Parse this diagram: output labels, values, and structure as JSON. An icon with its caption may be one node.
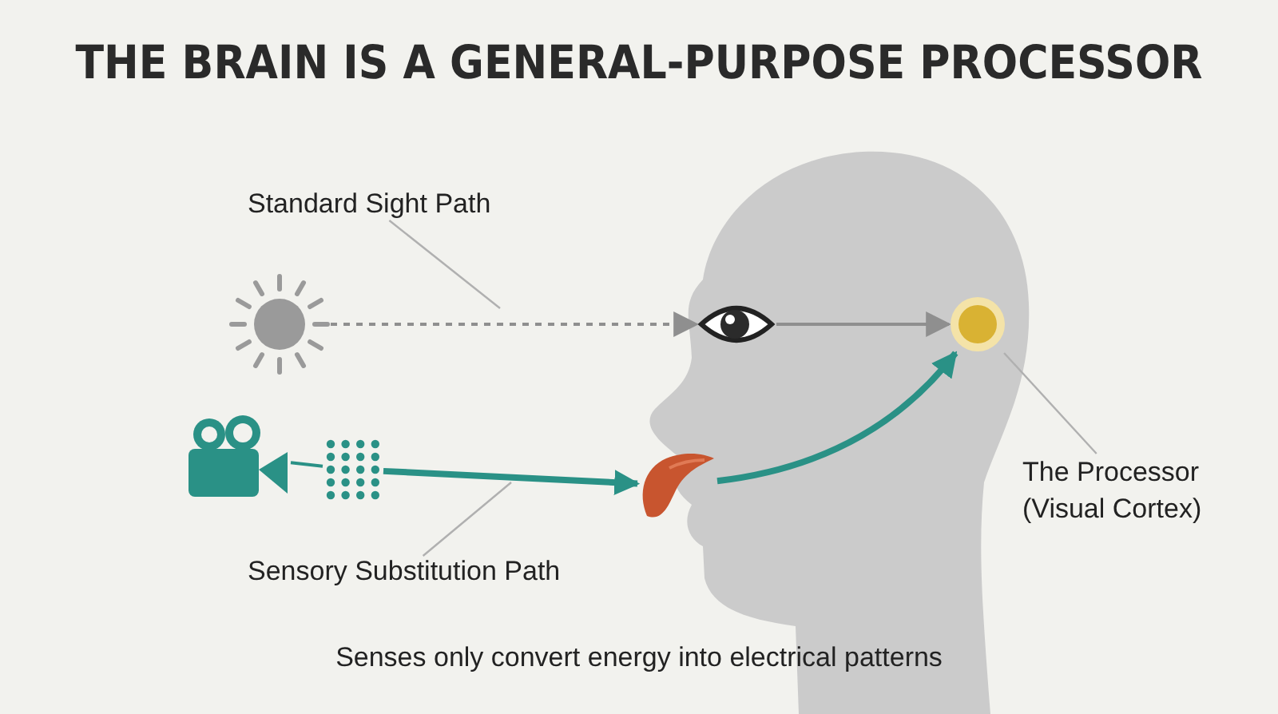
{
  "diagram": {
    "title": "THE BRAIN IS A GENERAL-PURPOSE PROCESSOR",
    "caption": "Senses only convert energy into electrical patterns",
    "nodes": [
      {
        "text": [],
        "shape": "picture"
      },
      {
        "text": [],
        "shape": "picture"
      },
      {
        "text": [],
        "shape": "picture",
        "in": 0
      },
      {
        "text": [],
        "shape": "circle",
        "in": 0
      },
      {
        "text": [],
        "shape": "picture"
      },
      {
        "text": [],
        "shape": "picture"
      },
      {
        "text": [],
        "shape": "picture"
      },
      {
        "text": [
          "Standard Sight Path"
        ]
      },
      {
        "text": [
          "Sensory Substitution Path"
        ]
      },
      {
        "text": [
          "The Processor (Visual Cortex)"
        ]
      }
    ],
    "edges": [
      {
        "from": 1,
        "to": 2,
        "arrow": "to",
        "style": "dashed",
        "color": "#8f8f8f"
      },
      {
        "from": 2,
        "to": 3,
        "arrow": "to",
        "color": "#8f8f8f"
      },
      {
        "from": 4,
        "to": 5,
        "arrow": "none"
      },
      {
        "from": 5,
        "to": 6,
        "arrow": "to",
        "style": "thick"
      },
      {
        "from": 6,
        "to": 3,
        "arrow": "to",
        "style": "thick"
      },
      {
        "from": 7,
        "to": null,
        "arrow": "none",
        "color": "#b0b0b0"
      },
      {
        "from": 8,
        "to": null,
        "arrow": "none",
        "color": "#b0b0b0"
      },
      {
        "from": 9,
        "to": 3,
        "arrow": "none",
        "color": "#b0b0b0"
      }
    ]
  }
}
